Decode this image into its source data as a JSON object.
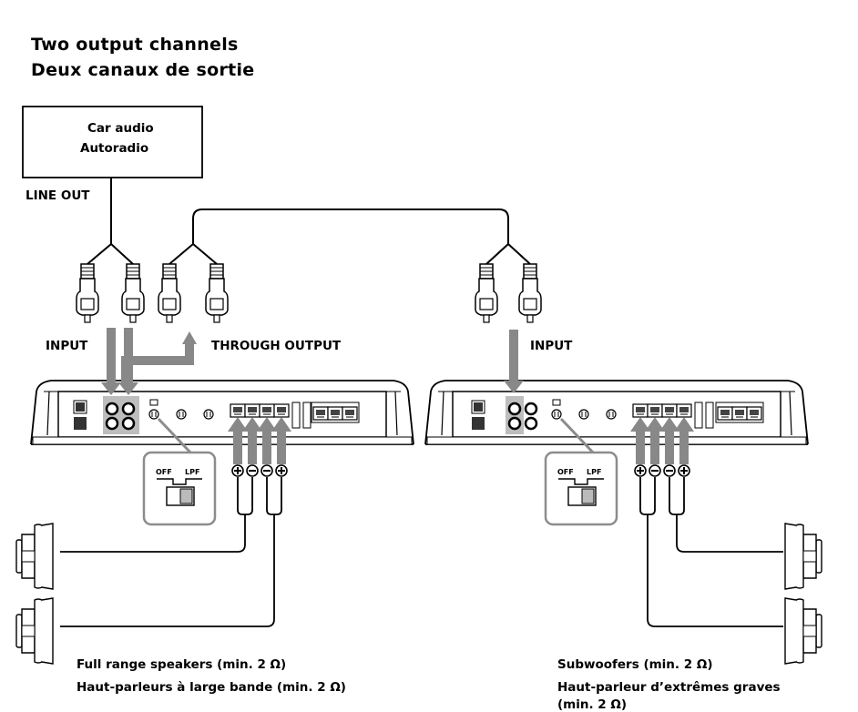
{
  "titles": {
    "line1": "Two output channels",
    "line2": "Deux canaux de sortie"
  },
  "source": {
    "line1": "Car audio",
    "line2": "Autoradio"
  },
  "labels": {
    "line_out": "LINE OUT",
    "input_left": "INPUT",
    "through_output": "THROUGH OUTPUT",
    "input_right": "INPUT",
    "switch_off": "OFF",
    "switch_lpf": "LPF"
  },
  "captions": {
    "left_line1": "Full range speakers (min. 2 Ω)",
    "left_line2": "Haut-parleurs à large bande (min. 2 Ω)",
    "right_line1": "Subwoofers (min. 2 Ω)",
    "right_line2": "Haut-parleur d’extrêmes graves",
    "right_line3": "(min. 2 Ω)"
  },
  "colors": {
    "arrow": "#888888",
    "switch_box": "#8c8c8c",
    "line": "#000000"
  }
}
